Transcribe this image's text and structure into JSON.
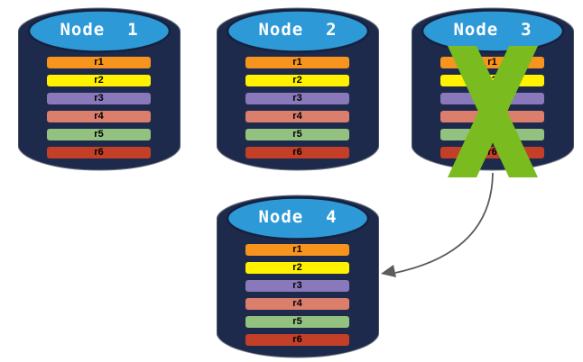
{
  "nodes": [
    {
      "id": "node-1",
      "title": "Node  1",
      "failed": false,
      "rows": [
        {
          "label": "r1",
          "color": "#F7941D"
        },
        {
          "label": "r2",
          "color": "#FFF100"
        },
        {
          "label": "r3",
          "color": "#8979BA"
        },
        {
          "label": "r4",
          "color": "#DB7E6C"
        },
        {
          "label": "r5",
          "color": "#93C17F"
        },
        {
          "label": "r6",
          "color": "#C43F28"
        }
      ]
    },
    {
      "id": "node-2",
      "title": "Node  2",
      "failed": false,
      "rows": [
        {
          "label": "r1",
          "color": "#F7941D"
        },
        {
          "label": "r2",
          "color": "#FFF100"
        },
        {
          "label": "r3",
          "color": "#8979BA"
        },
        {
          "label": "r4",
          "color": "#DB7E6C"
        },
        {
          "label": "r5",
          "color": "#93C17F"
        },
        {
          "label": "r6",
          "color": "#C43F28"
        }
      ]
    },
    {
      "id": "node-3",
      "title": "Node  3",
      "failed": true,
      "rows": [
        {
          "label": "r1",
          "color": "#F7941D"
        },
        {
          "label": "r2",
          "color": "#FFF100"
        },
        {
          "label": "r3",
          "color": "#8979BA"
        },
        {
          "label": "r4",
          "color": "#DB7E6C"
        },
        {
          "label": "r5",
          "color": "#93C17F"
        },
        {
          "label": "r6",
          "color": "#C43F28"
        }
      ]
    },
    {
      "id": "node-4",
      "title": "Node  4",
      "failed": false,
      "rows": [
        {
          "label": "r1",
          "color": "#F7941D"
        },
        {
          "label": "r2",
          "color": "#FFF100"
        },
        {
          "label": "r3",
          "color": "#8979BA"
        },
        {
          "label": "r4",
          "color": "#DB7E6C"
        },
        {
          "label": "r5",
          "color": "#93C17F"
        },
        {
          "label": "r6",
          "color": "#C43F28"
        }
      ]
    },
    {
      "id": "spare"
    }
  ],
  "cylinder": {
    "body_color": "#1E2A4C",
    "top_color": "#2D9AD7",
    "top_border": "#16213E",
    "outline": "#6F7680"
  },
  "failure_mark": {
    "node": "Node 3",
    "shape": "X",
    "color": "#7ABC1F"
  },
  "arrow": {
    "from": "Node 3",
    "to": "Node 4",
    "color": "#5A5C5E"
  }
}
